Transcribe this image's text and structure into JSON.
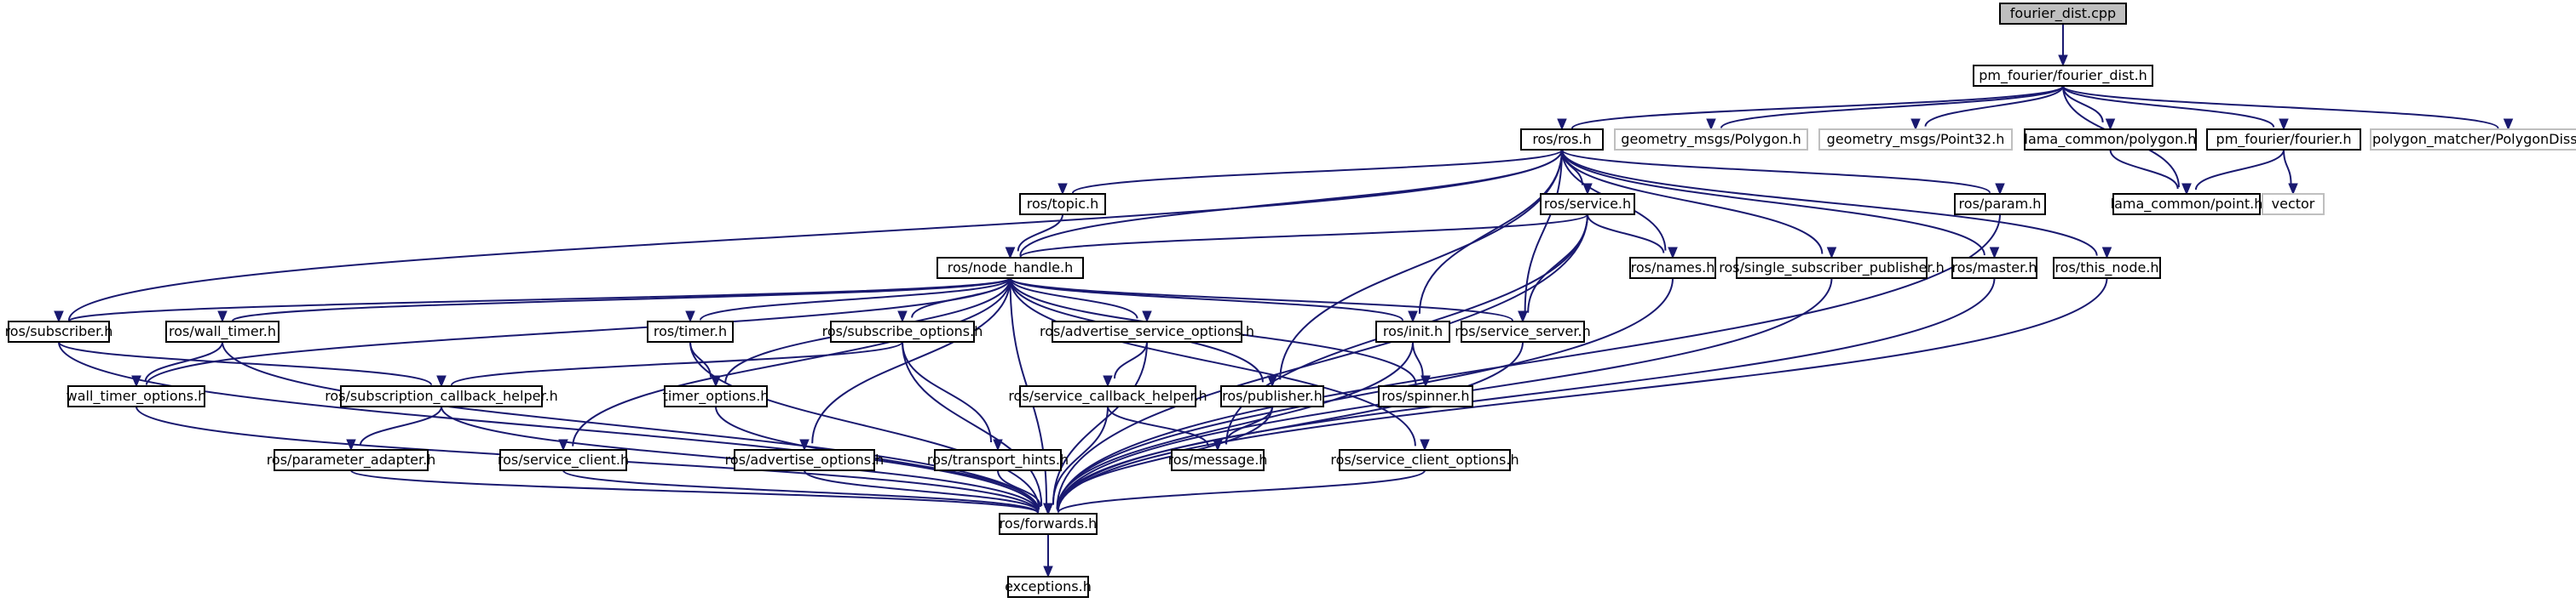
{
  "diagram": {
    "colors": {
      "edge": "#191970",
      "root_fill": "#bfbfbf",
      "node_border": "#000000",
      "external_border": "#bfbfbf"
    },
    "nodes": [
      {
        "id": "fourier_dist_cpp",
        "label": "fourier_dist.cpp",
        "kind": "root"
      },
      {
        "id": "fourier_dist_h",
        "label": "pm_fourier/fourier_dist.h",
        "kind": "normal"
      },
      {
        "id": "ros_ros_h",
        "label": "ros/ros.h",
        "kind": "normal"
      },
      {
        "id": "geom_polygon",
        "label": "geometry_msgs/Polygon.h",
        "kind": "external"
      },
      {
        "id": "geom_point32",
        "label": "geometry_msgs/Point32.h",
        "kind": "external"
      },
      {
        "id": "lama_polygon",
        "label": "lama_common/polygon.h",
        "kind": "normal"
      },
      {
        "id": "pm_fourier_h",
        "label": "pm_fourier/fourier.h",
        "kind": "normal"
      },
      {
        "id": "poly_dissim",
        "label": "polygon_matcher/PolygonDissimilarity.h",
        "kind": "external"
      },
      {
        "id": "lama_point",
        "label": "lama_common/point.h",
        "kind": "normal"
      },
      {
        "id": "vector",
        "label": "vector",
        "kind": "external"
      },
      {
        "id": "ros_topic",
        "label": "ros/topic.h",
        "kind": "normal"
      },
      {
        "id": "ros_service",
        "label": "ros/service.h",
        "kind": "normal"
      },
      {
        "id": "ros_param",
        "label": "ros/param.h",
        "kind": "normal"
      },
      {
        "id": "ros_node_handle",
        "label": "ros/node_handle.h",
        "kind": "normal"
      },
      {
        "id": "ros_names",
        "label": "ros/names.h",
        "kind": "normal"
      },
      {
        "id": "ros_single_sub_pub",
        "label": "ros/single_subscriber_publisher.h",
        "kind": "normal"
      },
      {
        "id": "ros_master",
        "label": "ros/master.h",
        "kind": "normal"
      },
      {
        "id": "ros_this_node",
        "label": "ros/this_node.h",
        "kind": "normal"
      },
      {
        "id": "ros_subscriber",
        "label": "ros/subscriber.h",
        "kind": "normal"
      },
      {
        "id": "ros_wall_timer",
        "label": "ros/wall_timer.h",
        "kind": "normal"
      },
      {
        "id": "ros_timer",
        "label": "ros/timer.h",
        "kind": "normal"
      },
      {
        "id": "ros_subscribe_options",
        "label": "ros/subscribe_options.h",
        "kind": "normal"
      },
      {
        "id": "ros_adv_srv_options",
        "label": "ros/advertise_service_options.h",
        "kind": "normal"
      },
      {
        "id": "ros_init",
        "label": "ros/init.h",
        "kind": "normal"
      },
      {
        "id": "ros_service_server",
        "label": "ros/service_server.h",
        "kind": "normal"
      },
      {
        "id": "wall_timer_options",
        "label": "wall_timer_options.h",
        "kind": "normal"
      },
      {
        "id": "ros_sub_cb_helper",
        "label": "ros/subscription_callback_helper.h",
        "kind": "normal"
      },
      {
        "id": "timer_options",
        "label": "timer_options.h",
        "kind": "normal"
      },
      {
        "id": "ros_srv_cb_helper",
        "label": "ros/service_callback_helper.h",
        "kind": "normal"
      },
      {
        "id": "ros_publisher",
        "label": "ros/publisher.h",
        "kind": "normal"
      },
      {
        "id": "ros_spinner",
        "label": "ros/spinner.h",
        "kind": "normal"
      },
      {
        "id": "ros_param_adapter",
        "label": "ros/parameter_adapter.h",
        "kind": "normal"
      },
      {
        "id": "ros_service_client",
        "label": "ros/service_client.h",
        "kind": "normal"
      },
      {
        "id": "ros_adv_options",
        "label": "ros/advertise_options.h",
        "kind": "normal"
      },
      {
        "id": "ros_transport_hints",
        "label": "ros/transport_hints.h",
        "kind": "normal"
      },
      {
        "id": "ros_message",
        "label": "ros/message.h",
        "kind": "normal"
      },
      {
        "id": "ros_srv_client_options",
        "label": "ros/service_client_options.h",
        "kind": "normal"
      },
      {
        "id": "ros_forwards",
        "label": "ros/forwards.h",
        "kind": "normal"
      },
      {
        "id": "exceptions",
        "label": "exceptions.h",
        "kind": "normal"
      }
    ],
    "edges": [
      [
        "fourier_dist_cpp",
        "fourier_dist_h"
      ],
      [
        "fourier_dist_h",
        "ros_ros_h"
      ],
      [
        "fourier_dist_h",
        "geom_polygon"
      ],
      [
        "fourier_dist_h",
        "geom_point32"
      ],
      [
        "fourier_dist_h",
        "lama_polygon"
      ],
      [
        "fourier_dist_h",
        "lama_point"
      ],
      [
        "fourier_dist_h",
        "pm_fourier_h"
      ],
      [
        "fourier_dist_h",
        "poly_dissim"
      ],
      [
        "lama_polygon",
        "lama_point"
      ],
      [
        "pm_fourier_h",
        "lama_point"
      ],
      [
        "pm_fourier_h",
        "vector"
      ],
      [
        "ros_ros_h",
        "ros_topic"
      ],
      [
        "ros_ros_h",
        "ros_node_handle"
      ],
      [
        "ros_ros_h",
        "ros_service"
      ],
      [
        "ros_ros_h",
        "ros_names"
      ],
      [
        "ros_ros_h",
        "ros_single_sub_pub"
      ],
      [
        "ros_ros_h",
        "ros_master"
      ],
      [
        "ros_ros_h",
        "ros_this_node"
      ],
      [
        "ros_ros_h",
        "ros_param"
      ],
      [
        "ros_ros_h",
        "ros_subscriber"
      ],
      [
        "ros_ros_h",
        "ros_init"
      ],
      [
        "ros_ros_h",
        "ros_service_server"
      ],
      [
        "ros_ros_h",
        "ros_publisher"
      ],
      [
        "ros_topic",
        "ros_node_handle"
      ],
      [
        "ros_service",
        "ros_node_handle"
      ],
      [
        "ros_service",
        "ros_names"
      ],
      [
        "ros_service",
        "ros_service_server"
      ],
      [
        "ros_service",
        "ros_message"
      ],
      [
        "ros_service",
        "ros_forwards"
      ],
      [
        "ros_param",
        "ros_forwards"
      ],
      [
        "ros_names",
        "ros_forwards"
      ],
      [
        "ros_single_sub_pub",
        "ros_forwards"
      ],
      [
        "ros_master",
        "ros_forwards"
      ],
      [
        "ros_this_node",
        "ros_forwards"
      ],
      [
        "ros_node_handle",
        "ros_subscriber"
      ],
      [
        "ros_node_handle",
        "ros_wall_timer"
      ],
      [
        "ros_node_handle",
        "wall_timer_options"
      ],
      [
        "ros_node_handle",
        "ros_timer"
      ],
      [
        "ros_node_handle",
        "timer_options"
      ],
      [
        "ros_node_handle",
        "ros_subscribe_options"
      ],
      [
        "ros_node_handle",
        "ros_adv_srv_options"
      ],
      [
        "ros_node_handle",
        "ros_init"
      ],
      [
        "ros_node_handle",
        "ros_service_server"
      ],
      [
        "ros_node_handle",
        "ros_spinner"
      ],
      [
        "ros_node_handle",
        "ros_publisher"
      ],
      [
        "ros_node_handle",
        "ros_service_client"
      ],
      [
        "ros_node_handle",
        "ros_adv_options"
      ],
      [
        "ros_node_handle",
        "ros_srv_client_options"
      ],
      [
        "ros_node_handle",
        "ros_forwards"
      ],
      [
        "ros_subscriber",
        "ros_sub_cb_helper"
      ],
      [
        "ros_subscriber",
        "ros_forwards"
      ],
      [
        "ros_wall_timer",
        "wall_timer_options"
      ],
      [
        "ros_wall_timer",
        "ros_forwards"
      ],
      [
        "wall_timer_options",
        "ros_forwards"
      ],
      [
        "ros_timer",
        "timer_options"
      ],
      [
        "ros_timer",
        "ros_forwards"
      ],
      [
        "timer_options",
        "ros_forwards"
      ],
      [
        "ros_subscribe_options",
        "ros_sub_cb_helper"
      ],
      [
        "ros_subscribe_options",
        "ros_transport_hints"
      ],
      [
        "ros_subscribe_options",
        "ros_forwards"
      ],
      [
        "ros_sub_cb_helper",
        "ros_param_adapter"
      ],
      [
        "ros_sub_cb_helper",
        "ros_forwards"
      ],
      [
        "ros_param_adapter",
        "ros_forwards"
      ],
      [
        "ros_adv_srv_options",
        "ros_srv_cb_helper"
      ],
      [
        "ros_adv_srv_options",
        "ros_forwards"
      ],
      [
        "ros_srv_cb_helper",
        "ros_message"
      ],
      [
        "ros_srv_cb_helper",
        "ros_forwards"
      ],
      [
        "ros_init",
        "ros_spinner"
      ],
      [
        "ros_init",
        "ros_forwards"
      ],
      [
        "ros_service_server",
        "ros_forwards"
      ],
      [
        "ros_publisher",
        "ros_message"
      ],
      [
        "ros_publisher",
        "ros_forwards"
      ],
      [
        "ros_service_client",
        "ros_forwards"
      ],
      [
        "ros_adv_options",
        "ros_forwards"
      ],
      [
        "ros_transport_hints",
        "ros_forwards"
      ],
      [
        "ros_srv_client_options",
        "ros_forwards"
      ],
      [
        "ros_forwards",
        "exceptions"
      ]
    ]
  }
}
